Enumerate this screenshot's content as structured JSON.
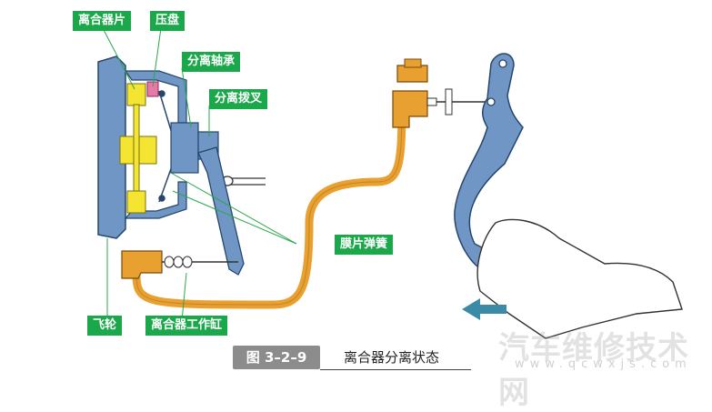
{
  "labels": {
    "clutch_disc": "离合器片",
    "pressure_plate": "压盘",
    "release_bearing": "分离轴承",
    "release_fork": "分离拨叉",
    "diaphragm_spring": "膜片弹簧",
    "flywheel": "飞轮",
    "slave_cylinder": "离合器工作缸"
  },
  "caption": {
    "figure_no": "图 3–2–9",
    "title": "离合器分离状态"
  },
  "watermark": {
    "text": "汽车维修技术网",
    "url": "www.qcwxjs.com"
  },
  "colors": {
    "label_bg": "#1aa84a",
    "component_blue": "#6f96c4",
    "hydraulic_orange": "#e8a030",
    "disc_yellow": "#f3e531",
    "pressure_plate_pink": "#e57aa8",
    "arrow_teal": "#3b8aa6"
  }
}
